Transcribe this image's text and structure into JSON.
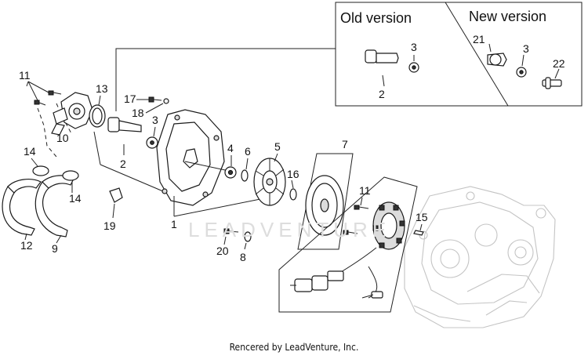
{
  "header": {
    "old_version": "Old version",
    "new_version": "New version"
  },
  "callouts": {
    "c1": "1",
    "c2a": "2",
    "c2b": "2",
    "c3a": "3",
    "c3b": "3",
    "c3c": "3",
    "c4": "4",
    "c5": "5",
    "c6": "6",
    "c7": "7",
    "c8": "8",
    "c9": "9",
    "c10": "10",
    "c11a": "11",
    "c11b": "11",
    "c12": "12",
    "c13": "13",
    "c14a": "14",
    "c14b": "14",
    "c15": "15",
    "c16": "16",
    "c17": "17",
    "c18": "18",
    "c19": "19",
    "c20": "20",
    "c21": "21",
    "c22": "22"
  },
  "watermark": "LEADVENTURE",
  "footer": "Rencered by LeadVenture, Inc."
}
